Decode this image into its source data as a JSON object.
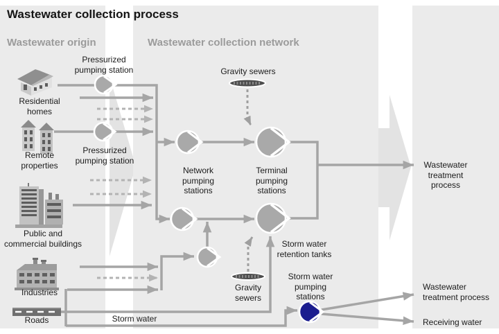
{
  "title": "Wastewater collection process",
  "headers": {
    "origin": "Wastewater origin",
    "network": "Wastewater collection network"
  },
  "origins": {
    "residential": {
      "line1": "Residential",
      "line2": "homes"
    },
    "remote": {
      "line1": "Remote",
      "line2": "properties"
    },
    "public": {
      "line1": "Public and",
      "line2": "commercial buildings"
    },
    "industries": {
      "line1": "Industries"
    },
    "roads": {
      "line1": "Roads"
    }
  },
  "stations": {
    "pressurized1": {
      "line1": "Pressurized",
      "line2": "pumping station"
    },
    "pressurized2": {
      "line1": "Pressurized",
      "line2": "pumping station"
    },
    "network": {
      "line1": "Network",
      "line2": "pumping",
      "line3": "stations"
    },
    "terminal": {
      "line1": "Terminal",
      "line2": "pumping",
      "line3": "stations"
    },
    "storm_retention": {
      "line1": "Storm water",
      "line2": "retention tanks"
    },
    "storm_pumping": {
      "line1": "Storm water",
      "line2": "pumping",
      "line3": "stations"
    }
  },
  "flows": {
    "gravity_top": "Gravity sewers",
    "gravity_bottom": {
      "line1": "Gravity",
      "line2": "sewers"
    },
    "storm_water": "Storm water"
  },
  "outputs": {
    "treatment_main": {
      "line1": "Wastewater",
      "line2": "treatment",
      "line3": "process"
    },
    "treatment_storm": {
      "line1": "Wastewater",
      "line2": "treatment process"
    },
    "receiving": "Receiving water"
  },
  "colors": {
    "line": "#a5a5a5",
    "dashed_line": "#b3b3b3",
    "gravity_dash": "#9f9f9f",
    "pump_fill": "#a9a9a9",
    "storm_pump_fill": "#1b1d8f",
    "panel": "#ebebeb",
    "watermark": "#e3e3e3",
    "sewer_ellipse": "#4d4d4d",
    "header_text": "#9b9b9b",
    "road": "#6f6f6f"
  }
}
